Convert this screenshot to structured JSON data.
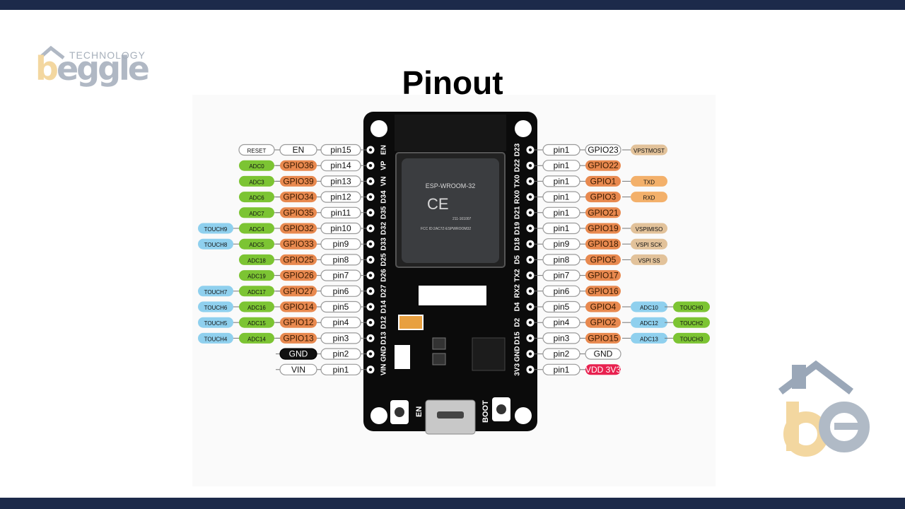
{
  "logo": {
    "word": "beggle",
    "tagline": "TECHNOLOGY"
  },
  "title": "Pinout",
  "board": {
    "module_label": "ESP-WROOM-32",
    "cert_lines": [
      "211-161007",
      "FCC ID:2AC7Z-ESPWROOM32"
    ],
    "button_en": "EN",
    "button_boot": "BOOT"
  },
  "left_pins": [
    {
      "name": "EN",
      "label": "pin15",
      "gpio": "EN",
      "gpio_color": "white",
      "extras": [
        {
          "text": "RESET",
          "color": "white"
        }
      ]
    },
    {
      "name": "VP",
      "label": "pin14",
      "gpio": "GPIO36",
      "gpio_color": "orange",
      "extras": [
        {
          "text": "ADC0",
          "color": "green"
        }
      ]
    },
    {
      "name": "VN",
      "label": "pin13",
      "gpio": "GPIO39",
      "gpio_color": "orange",
      "extras": [
        {
          "text": "ADC3",
          "color": "green"
        }
      ]
    },
    {
      "name": "D34",
      "label": "pin12",
      "gpio": "GPIO34",
      "gpio_color": "orange",
      "extras": [
        {
          "text": "ADC6",
          "color": "green"
        }
      ]
    },
    {
      "name": "D35",
      "label": "pin11",
      "gpio": "GPIO35",
      "gpio_color": "orange",
      "extras": [
        {
          "text": "ADC7",
          "color": "green"
        }
      ]
    },
    {
      "name": "D32",
      "label": "pin10",
      "gpio": "GPIO32",
      "gpio_color": "orange",
      "extras": [
        {
          "text": "ADC4",
          "color": "green"
        },
        {
          "text": "TOUCH9",
          "color": "blue"
        }
      ]
    },
    {
      "name": "D33",
      "label": "pin9",
      "gpio": "GPIO33",
      "gpio_color": "orange",
      "extras": [
        {
          "text": "ADC5",
          "color": "green"
        },
        {
          "text": "TOUCH8",
          "color": "blue"
        }
      ]
    },
    {
      "name": "D25",
      "label": "pin8",
      "gpio": "GPIO25",
      "gpio_color": "orange",
      "extras": [
        {
          "text": "ADC18",
          "color": "green"
        }
      ]
    },
    {
      "name": "D26",
      "label": "pin7",
      "gpio": "GPIO26",
      "gpio_color": "orange",
      "extras": [
        {
          "text": "ADC19",
          "color": "green"
        }
      ]
    },
    {
      "name": "D27",
      "label": "pin6",
      "gpio": "GPIO27",
      "gpio_color": "orange",
      "extras": [
        {
          "text": "ADC17",
          "color": "green"
        },
        {
          "text": "TOUCH7",
          "color": "blue"
        }
      ]
    },
    {
      "name": "D14",
      "label": "pin5",
      "gpio": "GPIO14",
      "gpio_color": "orange",
      "extras": [
        {
          "text": "ADC16",
          "color": "green"
        },
        {
          "text": "TOUCH6",
          "color": "blue"
        }
      ]
    },
    {
      "name": "D12",
      "label": "pin4",
      "gpio": "GPIO12",
      "gpio_color": "orange",
      "extras": [
        {
          "text": "ADC15",
          "color": "green"
        },
        {
          "text": "TOUCH5",
          "color": "blue"
        }
      ]
    },
    {
      "name": "D13",
      "label": "pin3",
      "gpio": "GPIO13",
      "gpio_color": "orange",
      "extras": [
        {
          "text": "ADC14",
          "color": "green"
        },
        {
          "text": "TOUCH4",
          "color": "blue"
        }
      ]
    },
    {
      "name": "GND",
      "label": "pin2",
      "gpio": "GND",
      "gpio_color": "black",
      "extras": []
    },
    {
      "name": "VIN",
      "label": "pin1",
      "gpio": "VIN",
      "gpio_color": "white",
      "extras": []
    }
  ],
  "right_pins": [
    {
      "name": "D23",
      "label": "pin1",
      "gpio": "GPIO23",
      "gpio_color": "white",
      "extras": [
        {
          "text": "VPSTMOST",
          "color": "tan"
        }
      ]
    },
    {
      "name": "D22",
      "label": "pin1",
      "gpio": "GPIO22",
      "gpio_color": "orange",
      "extras": []
    },
    {
      "name": "TX0",
      "label": "pin1",
      "gpio": "GPIO1",
      "gpio_color": "orange",
      "extras": [
        {
          "text": "TXD",
          "color": "peach"
        }
      ]
    },
    {
      "name": "RX0",
      "label": "pin1",
      "gpio": "GPIO3",
      "gpio_color": "orange",
      "extras": [
        {
          "text": "RXD",
          "color": "peach"
        }
      ]
    },
    {
      "name": "D21",
      "label": "pin1",
      "gpio": "GPIO21",
      "gpio_color": "orange",
      "extras": []
    },
    {
      "name": "D19",
      "label": "pin1",
      "gpio": "GPIO19",
      "gpio_color": "orange",
      "extras": [
        {
          "text": "VSPIMISO",
          "color": "tan"
        }
      ]
    },
    {
      "name": "D18",
      "label": "pin9",
      "gpio": "GPIO18",
      "gpio_color": "orange",
      "extras": [
        {
          "text": "VSPI SCK",
          "color": "tan"
        }
      ]
    },
    {
      "name": "D5",
      "label": "pin8",
      "gpio": "GPIO5",
      "gpio_color": "orange",
      "extras": [
        {
          "text": "VSPI SS",
          "color": "tan"
        }
      ]
    },
    {
      "name": "TX2",
      "label": "pin7",
      "gpio": "GPIO17",
      "gpio_color": "orange",
      "extras": []
    },
    {
      "name": "RX2",
      "label": "pin6",
      "gpio": "GPIO16",
      "gpio_color": "orange",
      "extras": []
    },
    {
      "name": "D4",
      "label": "pin5",
      "gpio": "GPIO4",
      "gpio_color": "orange",
      "extras": [
        {
          "text": "ADC10",
          "color": "blue"
        },
        {
          "text": "TOUCH0",
          "color": "green"
        }
      ]
    },
    {
      "name": "D2",
      "label": "pin4",
      "gpio": "GPIO2",
      "gpio_color": "orange",
      "extras": [
        {
          "text": "ADC12",
          "color": "blue"
        },
        {
          "text": "TOUCH2",
          "color": "green"
        }
      ]
    },
    {
      "name": "D15",
      "label": "pin3",
      "gpio": "GPIO15",
      "gpio_color": "orange",
      "extras": [
        {
          "text": "ADC13",
          "color": "blue"
        },
        {
          "text": "TOUCH3",
          "color": "green"
        }
      ]
    },
    {
      "name": "GND",
      "label": "pin2",
      "gpio": "GND",
      "gpio_color": "white",
      "extras": []
    },
    {
      "name": "3V3",
      "label": "pin1",
      "gpio": "VDD 3V3",
      "gpio_color": "red",
      "extras": []
    }
  ],
  "colors": {
    "white": "#ffffff",
    "orange": "#e8894f",
    "green": "#7cc433",
    "blue": "#8fd0ee",
    "tan": "#e2c29a",
    "peach": "#f3b06a",
    "black": "#111111",
    "red": "#e8214f",
    "bar": "#1c2a4a",
    "board": "#0b0b0b"
  },
  "icons": [
    "logo-house-icon",
    "big-logo-icon",
    "usb-port-icon"
  ]
}
